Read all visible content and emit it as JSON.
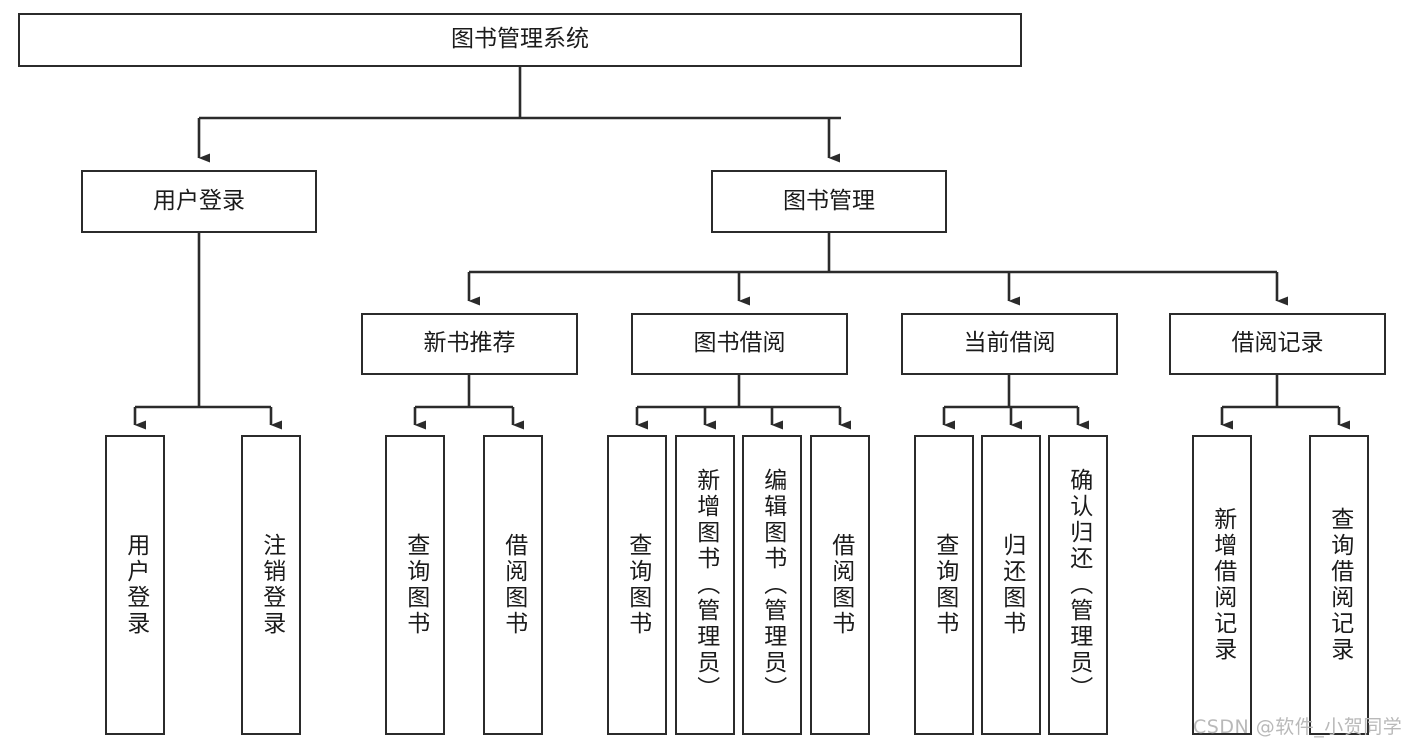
{
  "diagram": {
    "title": "图书管理系统",
    "watermark": "CSDN @软件_小贺同学",
    "line_color": "#2b2b2b",
    "box_fill": "#ffffff",
    "text_color": "#1b1b1b",
    "watermark_color": "#b9b9b9"
  },
  "nodes": {
    "root": {
      "label": "图书管理系统"
    },
    "level2": [
      {
        "label": "用户登录"
      },
      {
        "label": "图书管理"
      }
    ],
    "level3": [
      {
        "label": "新书推荐"
      },
      {
        "label": "图书借阅"
      },
      {
        "label": "当前借阅"
      },
      {
        "label": "借阅记录"
      }
    ],
    "leaves_user_login": [
      {
        "label": "用户登录"
      },
      {
        "label": "注销登录"
      }
    ],
    "leaves_new_book": [
      {
        "label": "查询图书"
      },
      {
        "label": "借阅图书"
      }
    ],
    "leaves_borrow": [
      {
        "label": "查询图书"
      },
      {
        "label": "新增图书（管理员）"
      },
      {
        "label": "编辑图书（管理员）"
      },
      {
        "label": "借阅图书"
      }
    ],
    "leaves_current": [
      {
        "label": "查询图书"
      },
      {
        "label": "归还图书"
      },
      {
        "label": "确认归还（管理员）"
      }
    ],
    "leaves_records": [
      {
        "label": "新增借阅记录"
      },
      {
        "label": "查询借阅记录"
      }
    ]
  }
}
